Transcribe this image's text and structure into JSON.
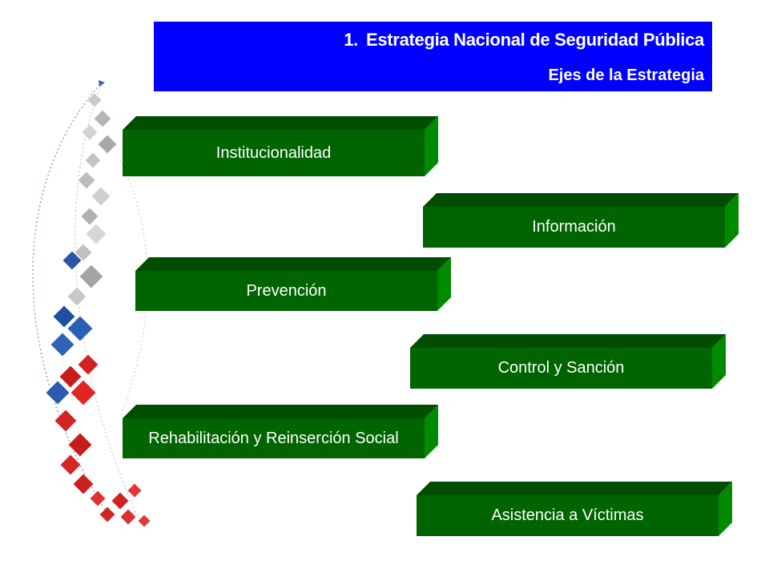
{
  "header": {
    "number": "1.",
    "title": "Estrategia Nacional de Seguridad Pública",
    "subtitle": "Ejes de la Estrategia",
    "background": "#0000ff"
  },
  "colors": {
    "block_front": "#006400",
    "block_top": "#004d00",
    "block_side": "#008a00",
    "header_text": "#ffffff"
  },
  "axes": [
    {
      "label": "Institucionalidad"
    },
    {
      "label": "Información"
    },
    {
      "label": "Prevención"
    },
    {
      "label": "Control y Sanción"
    },
    {
      "label": "Rehabilitación y Reinserción Social"
    },
    {
      "label": "Asistencia a Víctimas"
    }
  ]
}
